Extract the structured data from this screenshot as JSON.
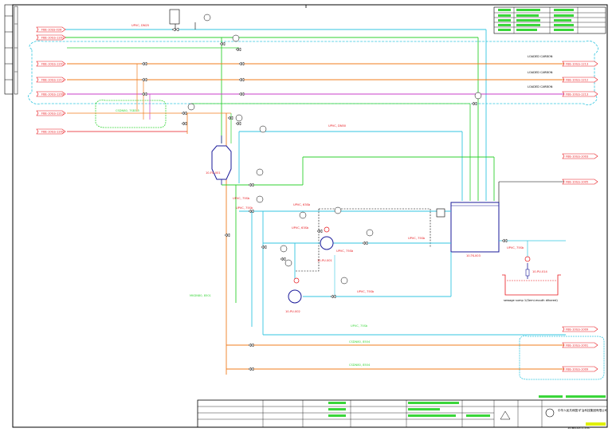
{
  "colors": {
    "red": "#e8161b",
    "green": "#2fd12f",
    "cyan": "#33c6e0",
    "orange": "#f07c1e",
    "magenta": "#c83fc8",
    "blue": "#1a1a9a",
    "black": "#000000"
  },
  "lines": {
    "top_green": "UPVC, DN25",
    "mid_cyan": "UPVC, DN50",
    "upvc_50b": "UPVC, 75Sb",
    "upvc_63": "UPVC, 63Sb",
    "upvc_63b": "UPVC, 63Sb",
    "upvc_75_mid": "UPVC, 75Sb",
    "upvc_75_pump": "UPVC, 75Sb",
    "upvc_75_right": "UPVC, 75Sb",
    "upvc_75_sump": "UPVC, 75Sb",
    "vert_green": "MKDN80, 8501",
    "cyan_bottom": "UPVC, 75Sb",
    "orange_bottom1": "CSDN80, 8504",
    "orange_bottom2": "CSDN80, 8504",
    "box_left": "CSDN80, 7SB3.5"
  },
  "loaded_carbon": [
    "LOADED CARBON",
    "LOADED CARBON",
    "LOADED CARBON"
  ],
  "equipment": {
    "hopper": "10-FU-001",
    "tank": "10-TK-003",
    "pump1": "10-PU-001",
    "pump2": "10-PU-002",
    "sump_pump": "10-PU-014",
    "sump_note": "sewage sump 1(Semi-mouth dihared)"
  },
  "tags_left": [
    "FBE-10SS-026",
    "FBE-10GS-1201",
    "FBE-10GS-1201",
    "FBE-10GS-1211",
    "FBE-10GS-1209",
    "FBE-10GS-1211",
    "FBE-10GS-1205"
  ],
  "tags_right": [
    "FBE-10GS-1213",
    "FBE-10GS-1212",
    "FBE-10GS-1213",
    "FBE-10GS-1003",
    "FBE-10GS-1005",
    "FBE-10GS-1009",
    "FBE-10GS-1001",
    "FBE-10GS-1009"
  ],
  "title_block": {
    "company": "中华人民共和国 矿冶科技集团有限公司",
    "drawing_no": "10-BA-XX-1-20C"
  }
}
